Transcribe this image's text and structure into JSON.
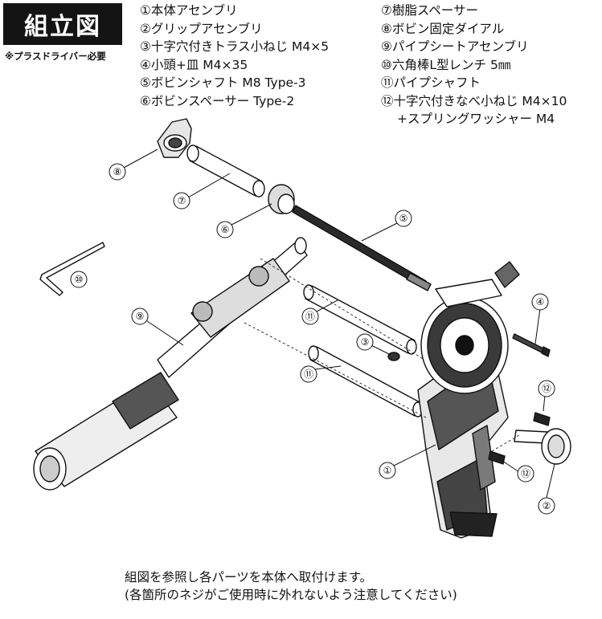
{
  "title": "組立図",
  "note": "※プラスドライバー必要",
  "parts_left": [
    "①本体アセンブリ",
    "②グリップアセンブリ",
    "③十字穴付きトラス小ねじ M4×5",
    "④小頭+皿 M4×35",
    "⑤ボビンシャフト M8 Type-3",
    "⑥ボビンスペーサー Type-2"
  ],
  "parts_right": [
    "⑦樹脂スペーサー",
    "⑧ボビン固定ダイアル",
    "⑨パイプシートアセンブリ",
    "⑩六角棒L型レンチ 5㎜",
    "⑪パイプシャフト",
    "⑫十字穴付きなべ小ねじ M4×10",
    "+スプリングワッシャー M4"
  ],
  "callouts": [
    "①",
    "②",
    "③",
    "④",
    "⑤",
    "⑥",
    "⑦",
    "⑧",
    "⑨",
    "⑩",
    "⑪",
    "⑪",
    "⑫",
    "⑫"
  ],
  "footer": [
    "組図を参照し各パーツを本体へ取付けます。",
    "(各箇所のネジがご使用時に外れないよう注意してください)"
  ]
}
